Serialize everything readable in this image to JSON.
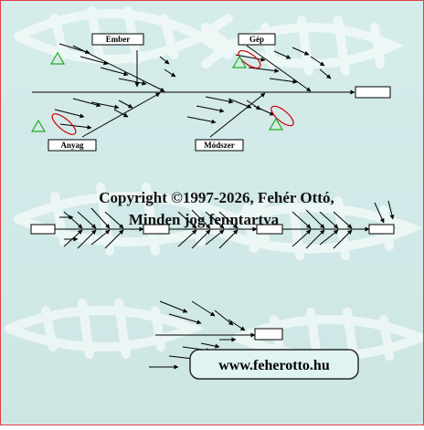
{
  "colors": {
    "background_top": "#d5eceb",
    "background_bottom": "#cde6e4",
    "border": "#e0404a",
    "line": "#000000",
    "triangle": "#22aa22",
    "ellipse": "#cc0000",
    "link_box_fill": "#dff3f1",
    "link_box_border": "#2a2a2a",
    "watermark": "#ffffff"
  },
  "diagram": {
    "categories": [
      {
        "id": "ember",
        "label": "Ember"
      },
      {
        "id": "gep",
        "label": "Gép"
      },
      {
        "id": "anyag",
        "label": "Anyag"
      },
      {
        "id": "modszer",
        "label": "Módszer"
      }
    ]
  },
  "watermark": {
    "line1": "Copyright ©1997-2026, Fehér Ottó,",
    "line2": "Minden jog fenntartva"
  },
  "link": {
    "text": "www.feherotto.hu"
  }
}
